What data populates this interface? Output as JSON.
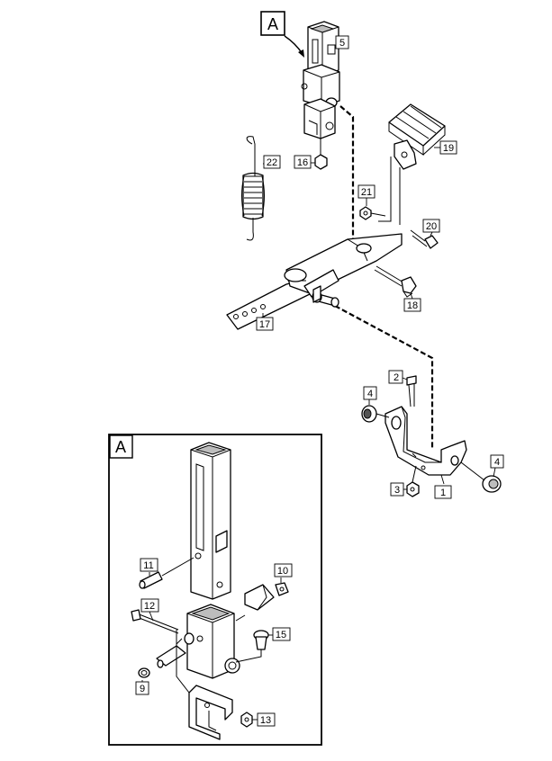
{
  "diagram": {
    "callout_letter": "A",
    "inset_letter": "A",
    "parts": [
      {
        "id": "5",
        "label": "5"
      },
      {
        "id": "16",
        "label": "16"
      },
      {
        "id": "19",
        "label": "19"
      },
      {
        "id": "22",
        "label": "22"
      },
      {
        "id": "21",
        "label": "21"
      },
      {
        "id": "20",
        "label": "20"
      },
      {
        "id": "18",
        "label": "18"
      },
      {
        "id": "17",
        "label": "17"
      },
      {
        "id": "2",
        "label": "2"
      },
      {
        "id": "4a",
        "label": "4"
      },
      {
        "id": "4b",
        "label": "4"
      },
      {
        "id": "3",
        "label": "3"
      },
      {
        "id": "1",
        "label": "1"
      },
      {
        "id": "11",
        "label": "11"
      },
      {
        "id": "10",
        "label": "10"
      },
      {
        "id": "12",
        "label": "12"
      },
      {
        "id": "15",
        "label": "15"
      },
      {
        "id": "9",
        "label": "9"
      },
      {
        "id": "13",
        "label": "13"
      }
    ]
  }
}
